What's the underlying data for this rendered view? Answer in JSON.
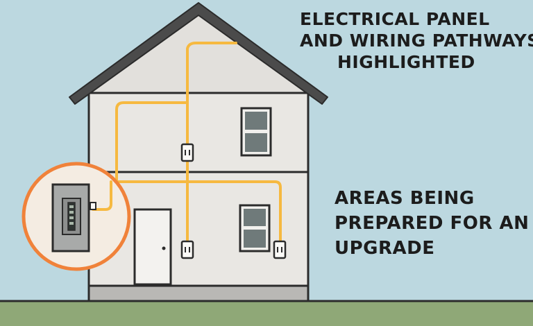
{
  "captions": {
    "top": [
      "ELECTRICAL PANEL",
      "AND WIRING PATHWAYS",
      "HIGHLIGHTED"
    ],
    "bottom": [
      "AREAS BEING",
      "PREPARED FOR AN",
      "UPGRADE"
    ]
  },
  "colors": {
    "sky": "#bcd8e0",
    "ground": "#8fa877",
    "house_wall": "#e9e7e3",
    "gable": "#e2e0dc",
    "roof": "#4b4b4b",
    "outline": "#2b2b2b",
    "wire": "#f6b940",
    "highlight_ring": "#f0823a",
    "highlight_fill": "#f4ece2",
    "panel": "#a8aaa9",
    "window_glass": "#6f7a7a"
  }
}
